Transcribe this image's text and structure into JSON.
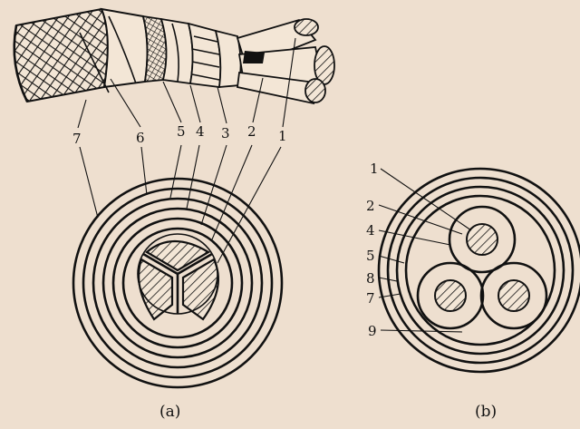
{
  "diagram_a": {
    "caption": "(a)",
    "labels": [
      "7",
      "6",
      "5",
      "4",
      "3",
      "2",
      "1"
    ]
  },
  "diagram_b": {
    "caption": "(b)",
    "labels": [
      "1",
      "2",
      "4",
      "5",
      "8",
      "7",
      "9"
    ]
  },
  "colors": {
    "background": "#eedfcf",
    "ink": "#111111"
  }
}
